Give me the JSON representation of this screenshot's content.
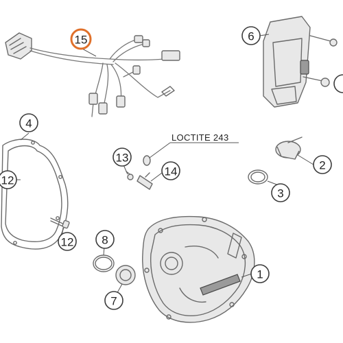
{
  "callouts": {
    "c1": "1",
    "c2": "2",
    "c3": "3",
    "c4": "4",
    "c6": "6",
    "c7": "7",
    "c8": "8",
    "c12a": "12",
    "c12b": "12",
    "c13": "13",
    "c14": "14",
    "c15": "15"
  },
  "notes": {
    "loctite": "LOCTITE 243"
  },
  "colors": {
    "highlight": "#e0702a",
    "outline": "#6a6a6a"
  }
}
